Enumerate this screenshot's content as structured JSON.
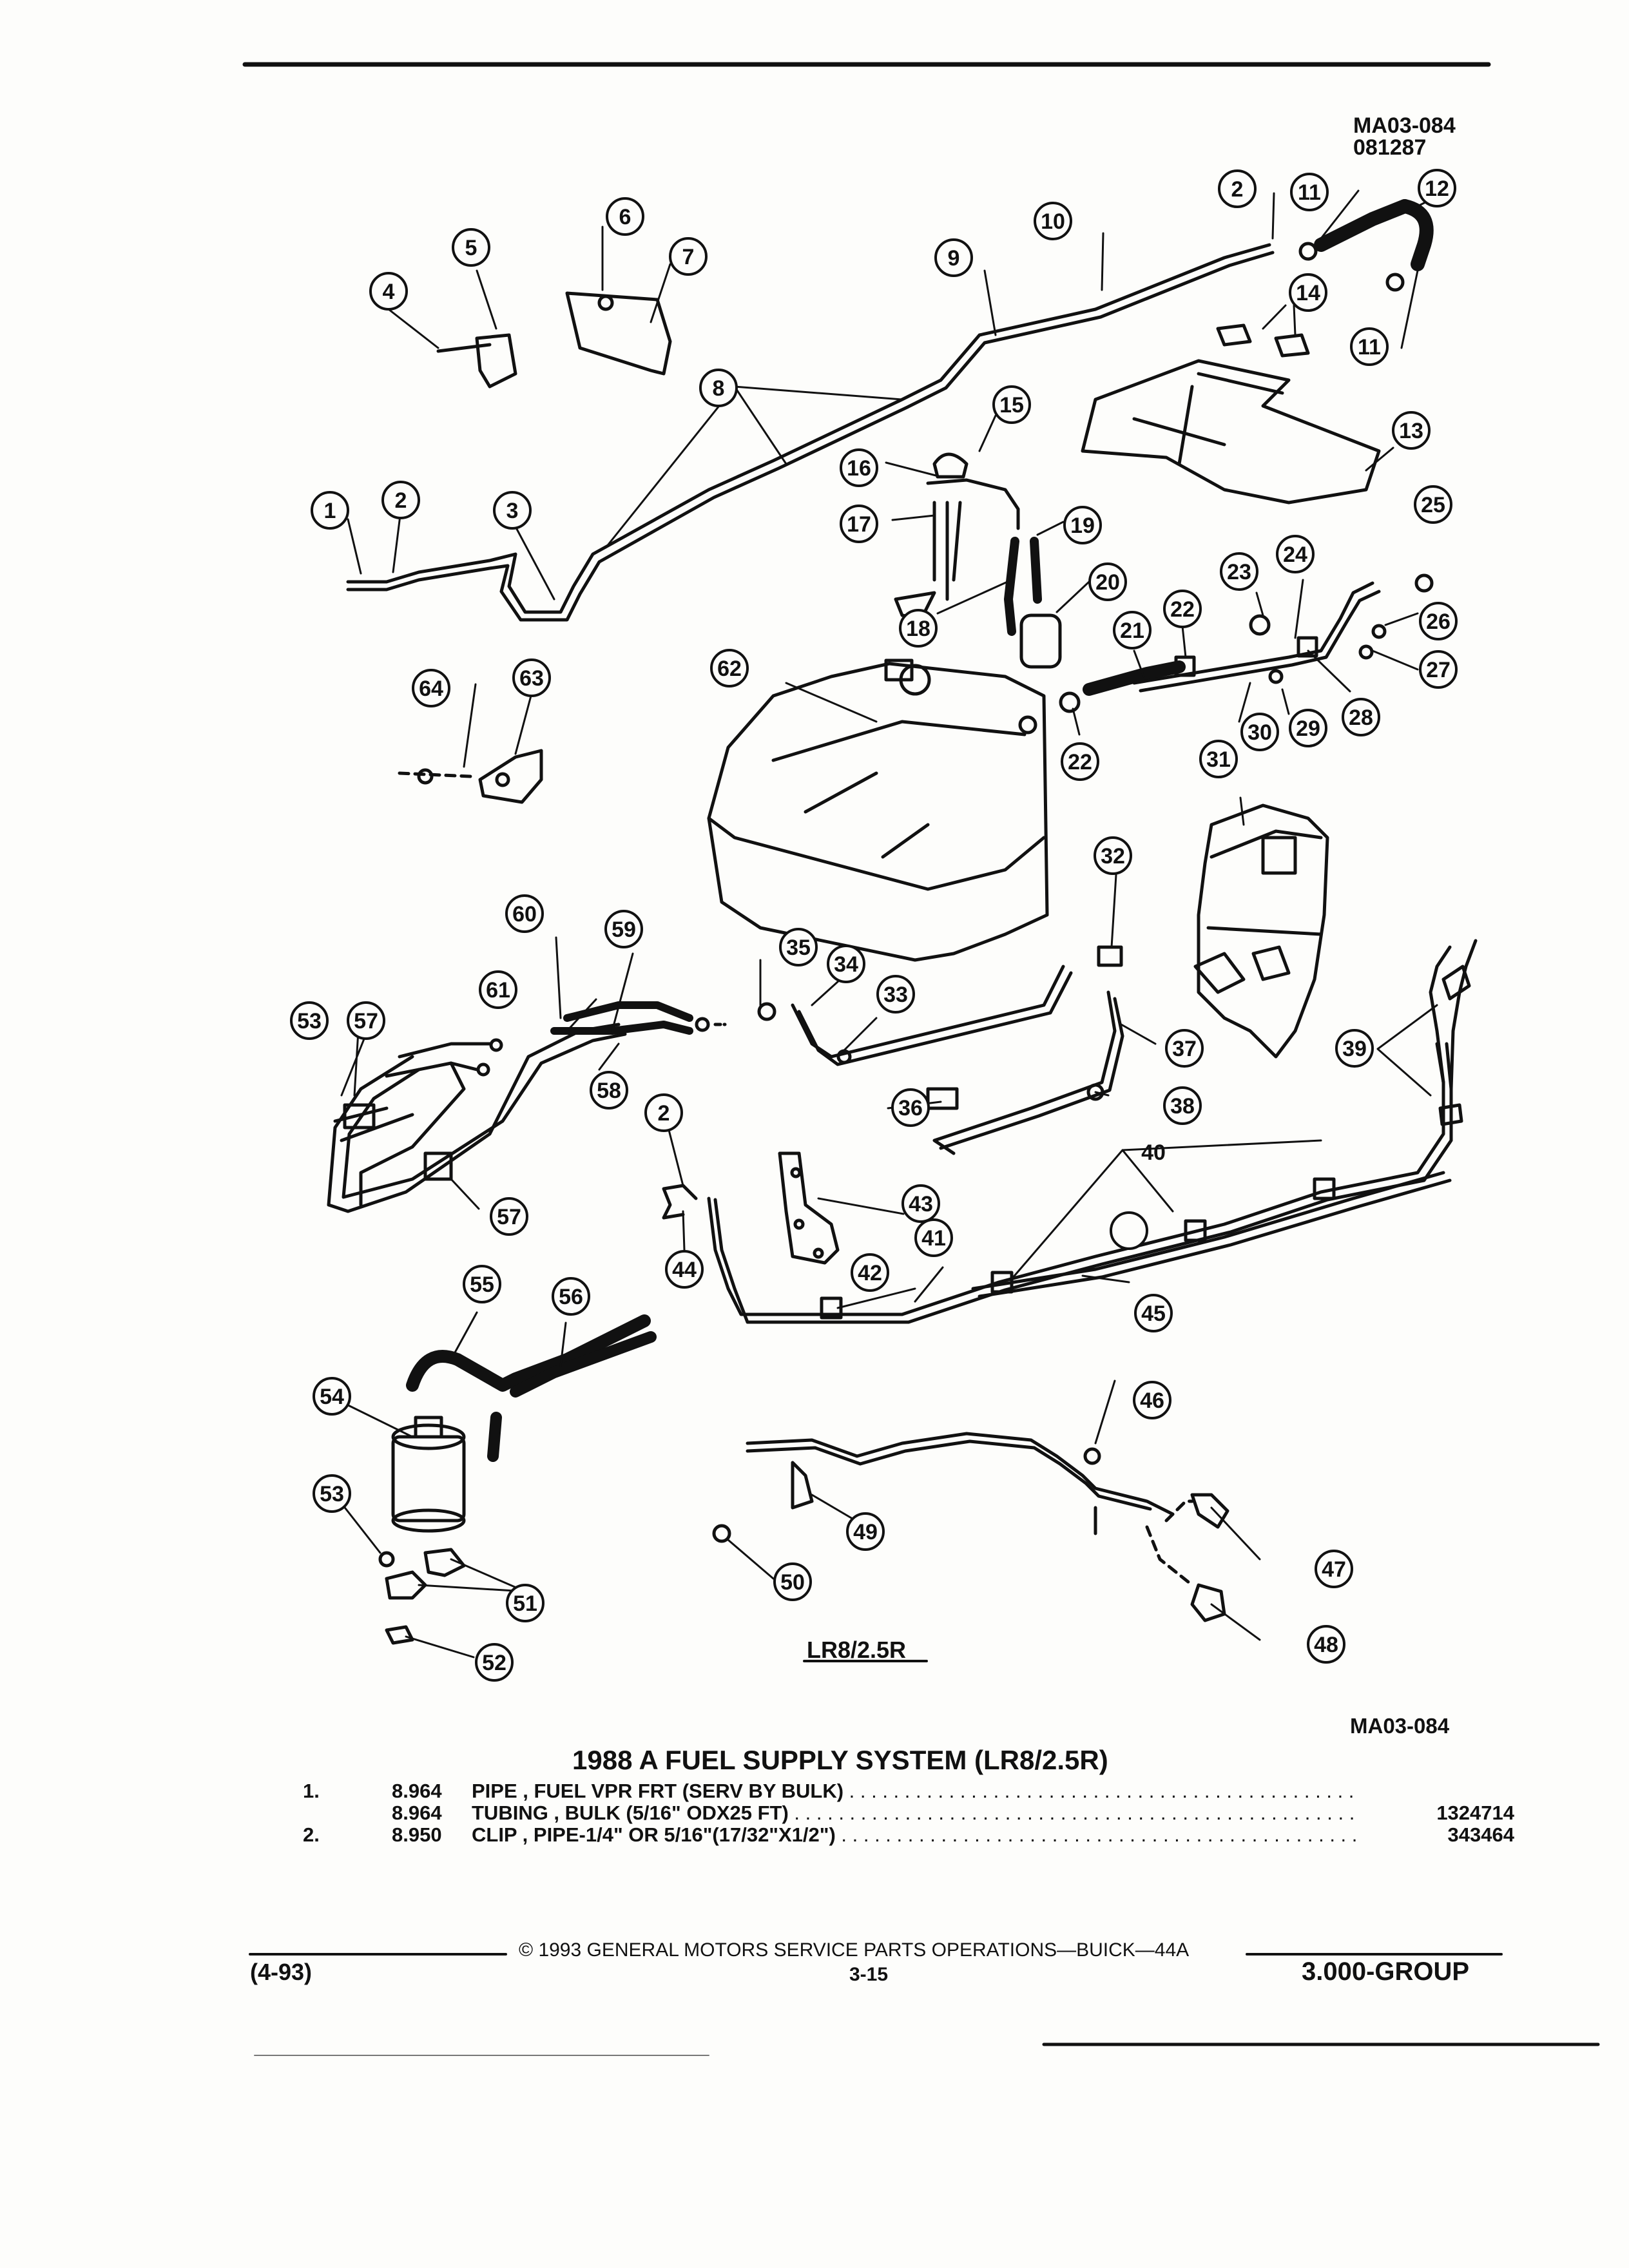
{
  "page": {
    "ref_code": "MA03-084",
    "ref_date": "081287",
    "engine_label": "LR8/2.5R",
    "figure_ref": "MA03-084"
  },
  "callouts": [
    "1",
    "2",
    "3",
    "4",
    "5",
    "6",
    "7",
    "8",
    "9",
    "10",
    "11",
    "12",
    "13",
    "14",
    "15",
    "16",
    "17",
    "18",
    "19",
    "20",
    "21",
    "22",
    "23",
    "24",
    "25",
    "26",
    "27",
    "28",
    "29",
    "30",
    "31",
    "32",
    "33",
    "34",
    "35",
    "36",
    "37",
    "38",
    "39",
    "40",
    "41",
    "42",
    "43",
    "44",
    "45",
    "46",
    "47",
    "48",
    "49",
    "50",
    "51",
    "52",
    "53",
    "54",
    "55",
    "56",
    "57",
    "58",
    "59",
    "60",
    "61",
    "62",
    "63",
    "64"
  ],
  "parts_list": {
    "title": "1988 A FUEL SUPPLY SYSTEM (LR8/2.5R)",
    "rows": [
      {
        "index": "1.",
        "group": "8.964",
        "description": "PIPE , FUEL VPR FRT (SERV BY BULK)",
        "part_number": ""
      },
      {
        "index": "",
        "group": "8.964",
        "description": "TUBING , BULK (5/16\" ODX25 FT)",
        "part_number": "1324714"
      },
      {
        "index": "2.",
        "group": "8.950",
        "description": "CLIP , PIPE-1/4\" OR 5/16\"(17/32\"X1/2\")",
        "part_number": "343464"
      }
    ]
  },
  "footer": {
    "edition": "(4-93)",
    "copyright": "© 1993 GENERAL MOTORS SERVICE PARTS OPERATIONS—BUICK—44A",
    "page_number": "3-15",
    "group": "3.000-GROUP"
  }
}
